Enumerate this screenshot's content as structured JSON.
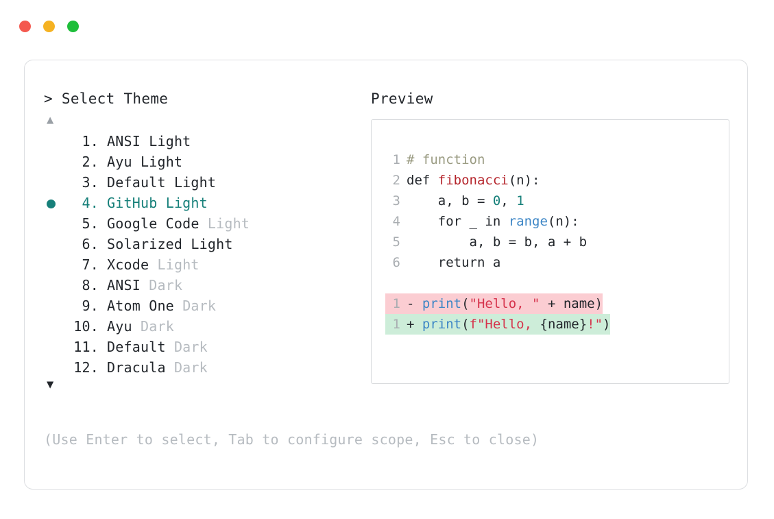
{
  "titlebar": {
    "dots": [
      {
        "name": "close-dot",
        "color": "#f4594f"
      },
      {
        "name": "minimize-dot",
        "color": "#f5b222"
      },
      {
        "name": "maximize-dot",
        "color": "#1ebe3a"
      }
    ]
  },
  "selector": {
    "prompt": "> Select Theme",
    "scroll_up_icon": "▲",
    "scroll_down_icon": "▼",
    "selected_index": 4,
    "selected_bullet": "●",
    "items": [
      {
        "num": " 1.",
        "name": "ANSI",
        "variant": "Light",
        "variant_dim": false,
        "selected": false
      },
      {
        "num": " 2.",
        "name": "Ayu",
        "variant": "Light",
        "variant_dim": false,
        "selected": false
      },
      {
        "num": " 3.",
        "name": "Default",
        "variant": "Light",
        "variant_dim": false,
        "selected": false
      },
      {
        "num": " 4.",
        "name": "GitHub",
        "variant": "Light",
        "variant_dim": false,
        "selected": true
      },
      {
        "num": " 5.",
        "name": "Google Code",
        "variant": "Light",
        "variant_dim": true,
        "selected": false
      },
      {
        "num": " 6.",
        "name": "Solarized",
        "variant": "Light",
        "variant_dim": false,
        "selected": false
      },
      {
        "num": " 7.",
        "name": "Xcode",
        "variant": "Light",
        "variant_dim": true,
        "selected": false
      },
      {
        "num": " 8.",
        "name": "ANSI",
        "variant": "Dark",
        "variant_dim": true,
        "selected": false
      },
      {
        "num": " 9.",
        "name": "Atom One",
        "variant": "Dark",
        "variant_dim": true,
        "selected": false
      },
      {
        "num": "10.",
        "name": "Ayu",
        "variant": "Dark",
        "variant_dim": true,
        "selected": false
      },
      {
        "num": "11.",
        "name": "Default",
        "variant": "Dark",
        "variant_dim": true,
        "selected": false
      },
      {
        "num": "12.",
        "name": "Dracula",
        "variant": "Dark",
        "variant_dim": true,
        "selected": false
      }
    ]
  },
  "preview": {
    "title": "Preview",
    "code_lines": [
      {
        "ln": "1",
        "tokens": [
          {
            "t": "# function",
            "c": "comment"
          }
        ]
      },
      {
        "ln": "2",
        "tokens": [
          {
            "t": "def ",
            "c": "kw"
          },
          {
            "t": "fibonacci",
            "c": "fn"
          },
          {
            "t": "(n):",
            "c": "plain"
          }
        ]
      },
      {
        "ln": "3",
        "tokens": [
          {
            "t": "    a, b = ",
            "c": "plain"
          },
          {
            "t": "0",
            "c": "num"
          },
          {
            "t": ", ",
            "c": "plain"
          },
          {
            "t": "1",
            "c": "num"
          }
        ]
      },
      {
        "ln": "4",
        "tokens": [
          {
            "t": "    for _ in ",
            "c": "plain"
          },
          {
            "t": "range",
            "c": "builtin"
          },
          {
            "t": "(n):",
            "c": "plain"
          }
        ]
      },
      {
        "ln": "5",
        "tokens": [
          {
            "t": "        a, b = b, a + b",
            "c": "plain"
          }
        ]
      },
      {
        "ln": "6",
        "tokens": [
          {
            "t": "    return a",
            "c": "plain"
          }
        ]
      }
    ],
    "diff_lines": [
      {
        "ln": "1",
        "kind": "del",
        "sign": "-",
        "bg": "#fbcdd2",
        "tokens": [
          {
            "t": "print",
            "c": "print"
          },
          {
            "t": "(",
            "c": "plain"
          },
          {
            "t": "\"Hello, \"",
            "c": "str"
          },
          {
            "t": " + name)",
            "c": "plain"
          }
        ]
      },
      {
        "ln": "1",
        "kind": "add",
        "sign": "+",
        "bg": "#cdedd9",
        "tokens": [
          {
            "t": "print",
            "c": "print"
          },
          {
            "t": "(",
            "c": "plain"
          },
          {
            "t": "f\"Hello, ",
            "c": "str"
          },
          {
            "t": "{name}",
            "c": "plain"
          },
          {
            "t": "!\"",
            "c": "str"
          },
          {
            "t": ")",
            "c": "plain"
          }
        ]
      }
    ]
  },
  "footer": {
    "hint": "(Use Enter to select, Tab to configure scope, Esc to close)"
  }
}
